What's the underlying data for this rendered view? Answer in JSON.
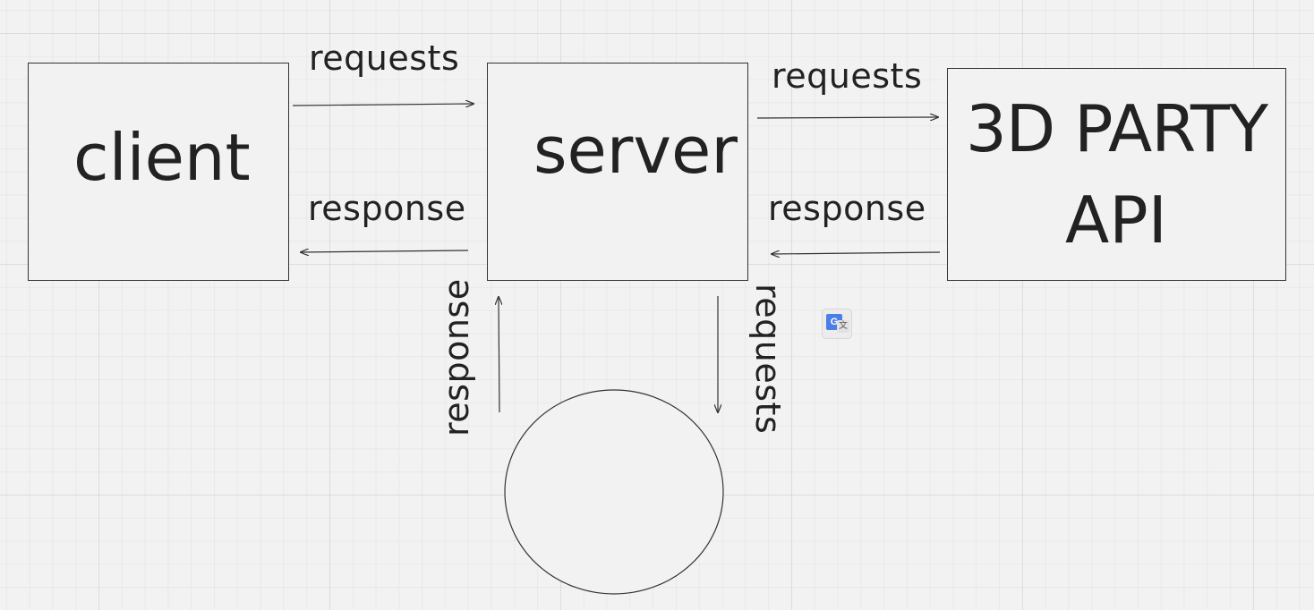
{
  "nodes": {
    "client": {
      "label": "client"
    },
    "server": {
      "label": "server"
    },
    "api": {
      "line1": "3D PARTY",
      "line2": "API"
    },
    "circle": {
      "label": ""
    }
  },
  "edges": {
    "client_to_server": "requests",
    "server_to_client": "response",
    "server_to_api": "requests",
    "api_to_server": "response",
    "server_to_circle": "requests",
    "circle_to_server": "response"
  },
  "icons": {
    "translate": "google-translate-icon"
  },
  "colors": {
    "background": "#f2f2f2",
    "stroke": "#333333",
    "text": "#222222"
  }
}
